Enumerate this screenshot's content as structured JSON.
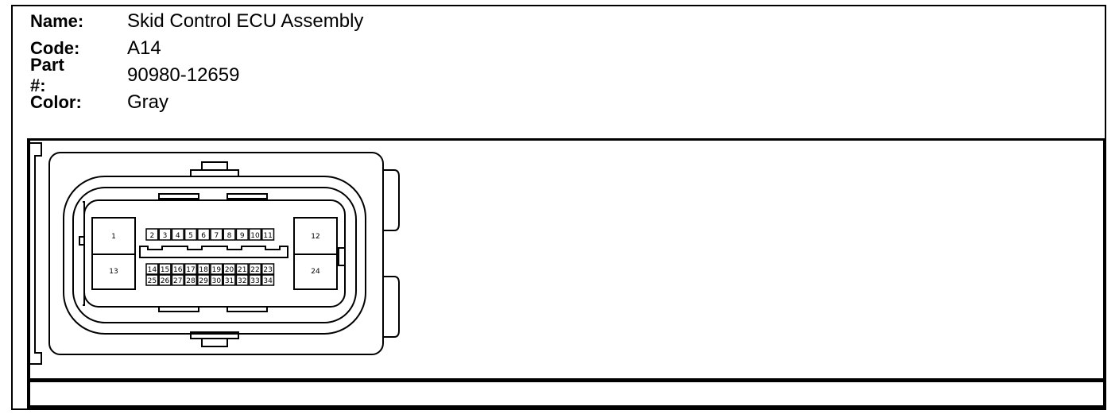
{
  "info": {
    "name_label": "Name:",
    "name_value": "Skid Control ECU Assembly",
    "code_label": "Code:",
    "code_value": "A14",
    "part_label": "Part #:",
    "part_value": "90980-12659",
    "color_label": "Color:",
    "color_value": "Gray"
  },
  "connector": {
    "large_pins": [
      "1",
      "13",
      "12",
      "24"
    ],
    "row_top": [
      "2",
      "3",
      "4",
      "5",
      "6",
      "7",
      "8",
      "9",
      "10",
      "11"
    ],
    "row_mid": [
      "14",
      "15",
      "16",
      "17",
      "18",
      "19",
      "20",
      "21",
      "22",
      "23"
    ],
    "row_bot": [
      "25",
      "26",
      "27",
      "28",
      "29",
      "30",
      "31",
      "32",
      "33",
      "34"
    ]
  }
}
